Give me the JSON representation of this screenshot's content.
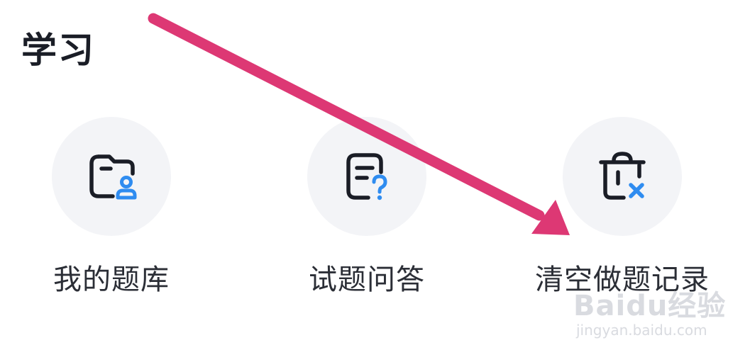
{
  "section": {
    "title": "学习"
  },
  "tools": [
    {
      "label": "我的题库",
      "icon": "folder-user-icon"
    },
    {
      "label": "试题问答",
      "icon": "question-document-icon"
    },
    {
      "label": "清空做题记录",
      "icon": "clear-trash-icon"
    }
  ],
  "annotation": {
    "arrow_color": "#dd3874",
    "points_to": "清空做题记录"
  },
  "watermark": {
    "brand": "Baidu经验",
    "site": "jingyan.baidu.com"
  },
  "colors": {
    "icon_dark": "#1a1d26",
    "icon_accent": "#2f8cf0",
    "circle_bg": "#f3f4f7"
  }
}
